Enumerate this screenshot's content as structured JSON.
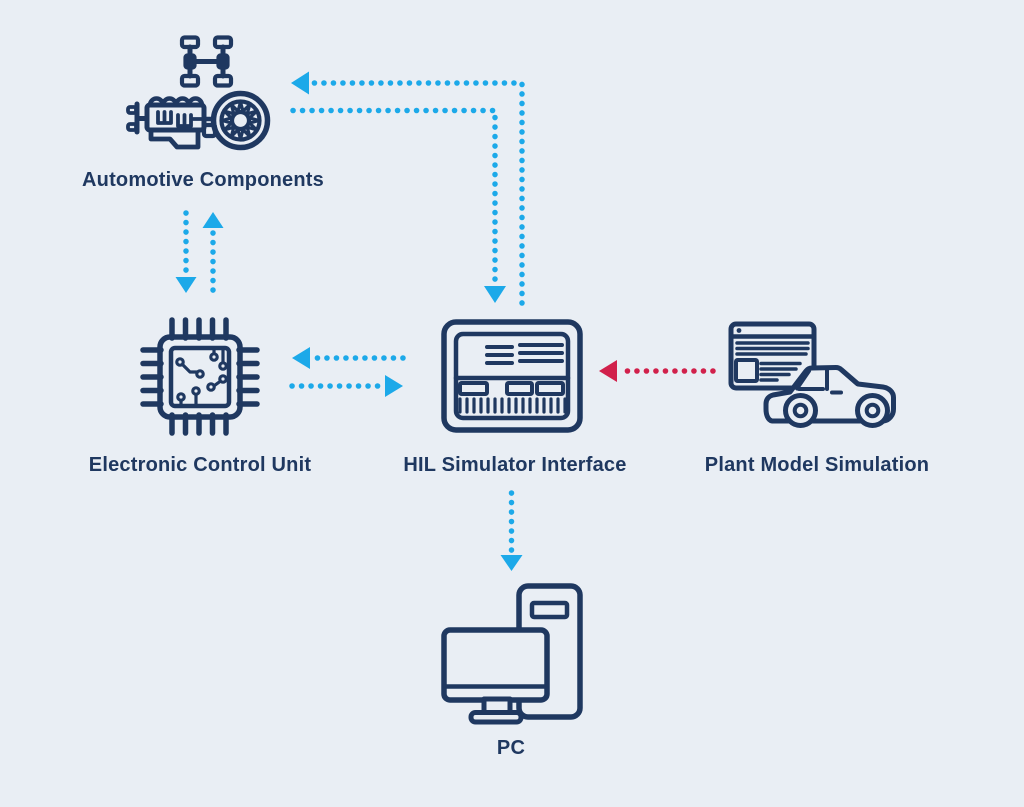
{
  "colors": {
    "bg": "#e9eef4",
    "navy": "#1f3860",
    "blue": "#1ca9e9",
    "red": "#d1204b"
  },
  "nodes": {
    "automotive_components": {
      "label": "Automotive Components",
      "icons": [
        "axle-icon",
        "engine-icon",
        "wheel-icon"
      ]
    },
    "electronic_control_unit": {
      "label": "Electronic Control Unit",
      "icons": [
        "chip-icon"
      ]
    },
    "hil_simulator_interface": {
      "label": "HIL Simulator Interface",
      "icons": [
        "simulator-panel-icon"
      ]
    },
    "plant_model_simulation": {
      "label": "Plant Model Simulation",
      "icons": [
        "browser-window-icon",
        "car-icon"
      ]
    },
    "pc": {
      "label": "PC",
      "icons": [
        "desktop-computer-icon"
      ]
    }
  },
  "arrows": [
    {
      "id": "hil-to-components",
      "from": "HIL Simulator Interface",
      "to": "Automotive Components",
      "color": "blue",
      "style": "dotted"
    },
    {
      "id": "components-to-hil",
      "from": "Automotive Components",
      "to": "HIL Simulator Interface",
      "color": "blue",
      "style": "dotted"
    },
    {
      "id": "components-to-ecu",
      "from": "Automotive Components",
      "to": "Electronic Control Unit",
      "color": "blue",
      "style": "dotted"
    },
    {
      "id": "ecu-to-components",
      "from": "Electronic Control Unit",
      "to": "Automotive Components",
      "color": "blue",
      "style": "dotted"
    },
    {
      "id": "hil-to-ecu",
      "from": "HIL Simulator Interface",
      "to": "Electronic Control Unit",
      "color": "blue",
      "style": "dotted"
    },
    {
      "id": "ecu-to-hil",
      "from": "Electronic Control Unit",
      "to": "HIL Simulator Interface",
      "color": "blue",
      "style": "dotted"
    },
    {
      "id": "plant-to-hil",
      "from": "Plant Model Simulation",
      "to": "HIL Simulator Interface",
      "color": "red",
      "style": "dotted"
    },
    {
      "id": "hil-to-pc",
      "from": "HIL Simulator Interface",
      "to": "PC",
      "color": "blue",
      "style": "dotted"
    }
  ]
}
